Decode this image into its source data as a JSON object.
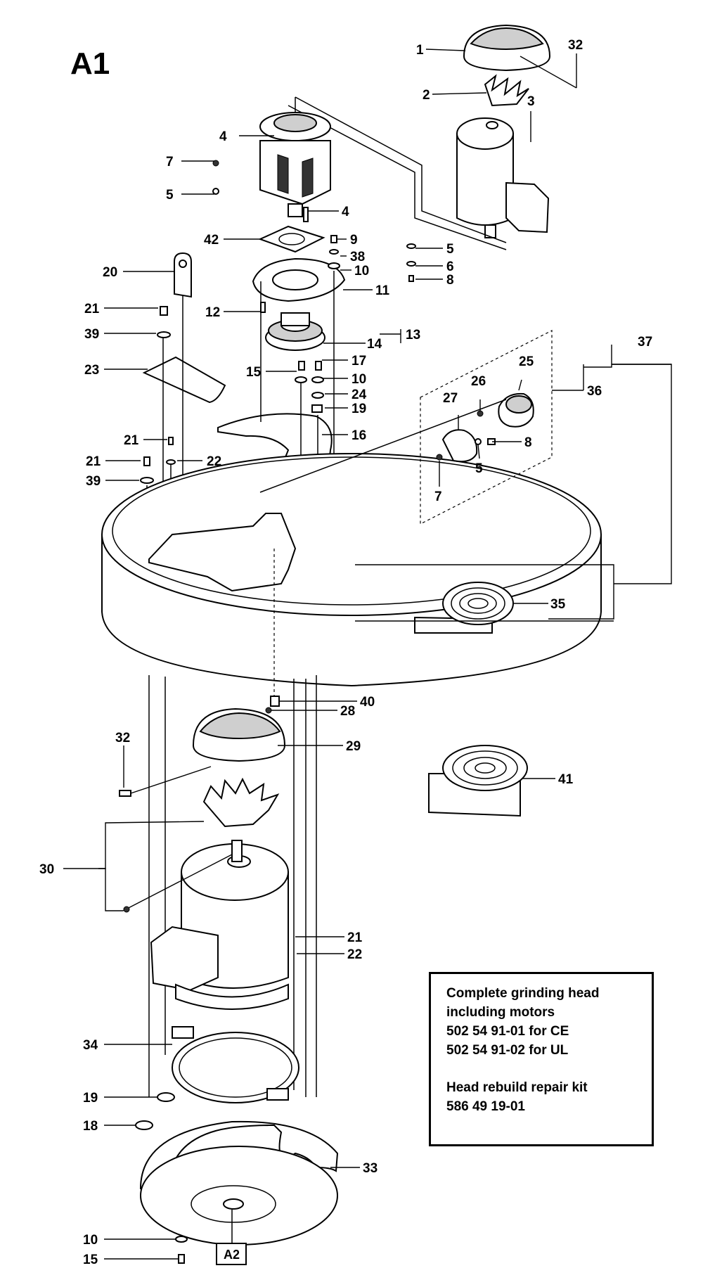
{
  "title": "A1",
  "link_label": "A2",
  "info_box": {
    "line1": "Complete grinding head",
    "line2": "including motors",
    "line3": "502 54 91-01 for CE",
    "line4": "502 54 91-02 for UL",
    "line5": "Head rebuild repair kit",
    "line6": "586 49 19-01"
  },
  "callouts": {
    "c1": "1",
    "c2": "2",
    "c3": "3",
    "c32a": "32",
    "c4a": "4",
    "c4b": "4",
    "c7a": "7",
    "c5a": "5",
    "c42": "42",
    "c9": "9",
    "c38": "38",
    "c10a": "10",
    "c11": "11",
    "c5b": "5",
    "c6": "6",
    "c8a": "8",
    "c20": "20",
    "c21a": "21",
    "c39a": "39",
    "c12": "12",
    "c14": "14",
    "c13": "13",
    "c23": "23",
    "c15a": "15",
    "c17": "17",
    "c10b": "10",
    "c24": "24",
    "c19a": "19",
    "c16": "16",
    "c21b": "21",
    "c21c": "21",
    "c22a": "22",
    "c39b": "39",
    "c37": "37",
    "c36": "36",
    "c25": "25",
    "c26": "26",
    "c27": "27",
    "c8b": "8",
    "c5c": "5",
    "c7b": "7",
    "c35": "35",
    "c40": "40",
    "c28": "28",
    "c32b": "32",
    "c29": "29",
    "c41": "41",
    "c30": "30",
    "c21d": "21",
    "c22b": "22",
    "c34": "34",
    "c19b": "19",
    "c18": "18",
    "c33": "33",
    "c10c": "10",
    "c15b": "15"
  }
}
